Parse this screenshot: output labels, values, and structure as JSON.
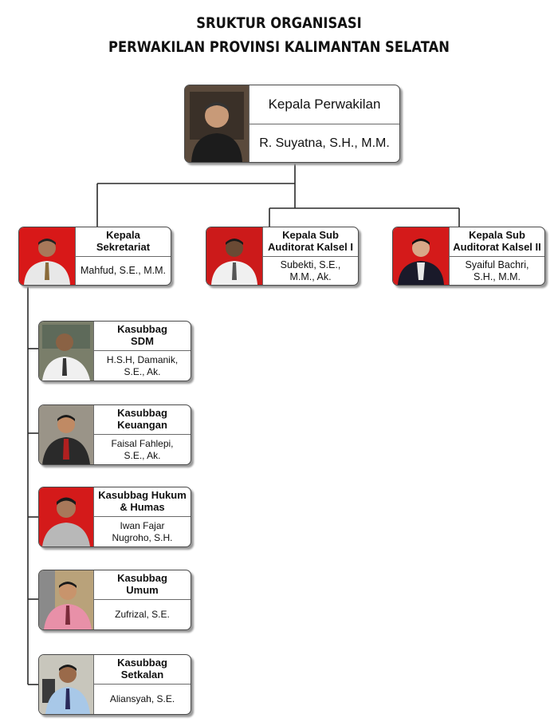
{
  "title": {
    "line1": "SRUKTUR ORGANISASI",
    "line2": "PERWAKILAN PROVINSI KALIMANTAN SELATAN"
  },
  "head": {
    "role": "Kepala Perwakilan",
    "name": "R. Suyatna, S.H., M.M.",
    "photo_bg": "#5a4a3c"
  },
  "secretariat": {
    "role": "Kepala Sekretariat",
    "name": "Mahfud, S.E., M.M.",
    "photo_bg": "#d81818"
  },
  "sub1": {
    "role": "Kepala Sub Auditorat Kalsel I",
    "name": "Subekti, S.E., M.M., Ak.",
    "photo_bg": "#cc1a1a"
  },
  "sub2": {
    "role": "Kepala Sub Auditorat Kalsel II",
    "name": "Syaiful Bachri, S.H., M.M.",
    "photo_bg": "#d41a1a"
  },
  "kasubbag": [
    {
      "role": "Kasubbag SDM",
      "name": "H.S.H, Damanik, S.E., Ak.",
      "photo_bg": "#7a7e6a"
    },
    {
      "role": "Kasubbag Keuangan",
      "name": "Faisal Fahlepi, S.E., Ak.",
      "photo_bg": "#9a9488"
    },
    {
      "role": "Kasubbag Hukum & Humas",
      "name": "Iwan Fajar Nugroho, S.H.",
      "photo_bg": "#d41a1a"
    },
    {
      "role": "Kasubbag Umum",
      "name": "Zufrizal, S.E.",
      "photo_bg": "#b9a27a"
    },
    {
      "role": "Kasubbag Setkalan",
      "name": "Aliansyah, S.E.",
      "photo_bg": "#c8c6bc"
    }
  ],
  "colors": {
    "line": "#2a2a2a",
    "border": "#4a4a4a",
    "shadow": "#9a9a9a"
  }
}
